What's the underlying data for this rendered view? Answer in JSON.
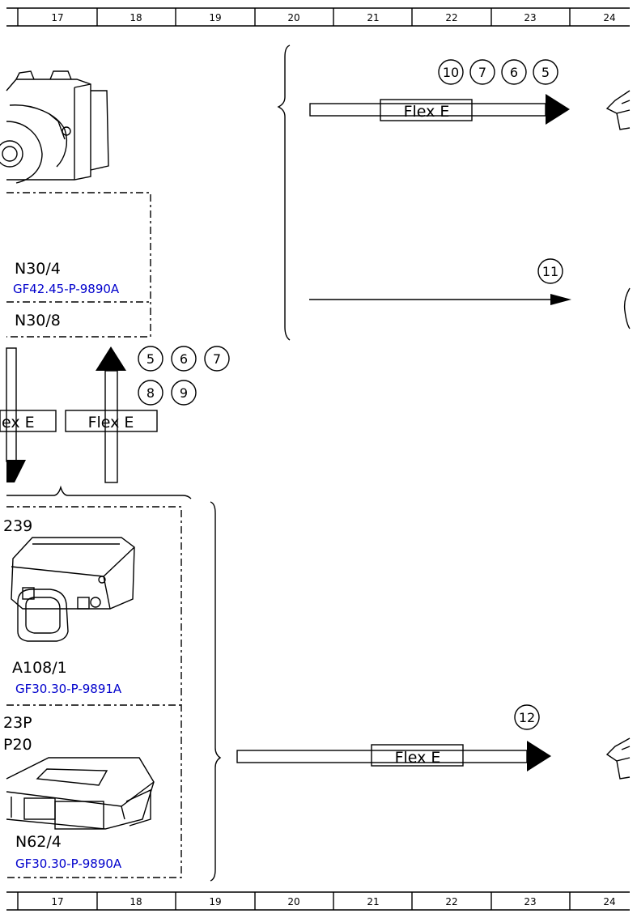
{
  "ruler": {
    "columns": [
      "17",
      "18",
      "19",
      "20",
      "21",
      "22",
      "23",
      "24"
    ]
  },
  "components": {
    "n30_4": {
      "code": "N30/4",
      "ref": "GF42.45-P-9890A"
    },
    "n30_8": {
      "code": "N30/8"
    },
    "a108_1_partial": {
      "code": "239"
    },
    "a108_1": {
      "code": "A108/1",
      "ref": "GF30.30-P-9891A"
    },
    "n62_partial_1": {
      "code": "23P"
    },
    "n62_partial_2": {
      "code": "P20"
    },
    "n62_4": {
      "code": "N62/4",
      "ref": "GF30.30-P-9890A"
    }
  },
  "buses": {
    "top_right": {
      "label": "Flex E",
      "numbers": [
        "10",
        "7",
        "6",
        "5"
      ]
    },
    "middle_right": {
      "numbers": [
        "11"
      ]
    },
    "left_down": {
      "label": "ex E"
    },
    "left_up": {
      "label": "Flex E",
      "numbers_row1": [
        "5",
        "6",
        "7"
      ],
      "numbers_row2": [
        "8",
        "9"
      ]
    },
    "bottom_right": {
      "label": "Flex E",
      "numbers": [
        "12"
      ]
    }
  }
}
